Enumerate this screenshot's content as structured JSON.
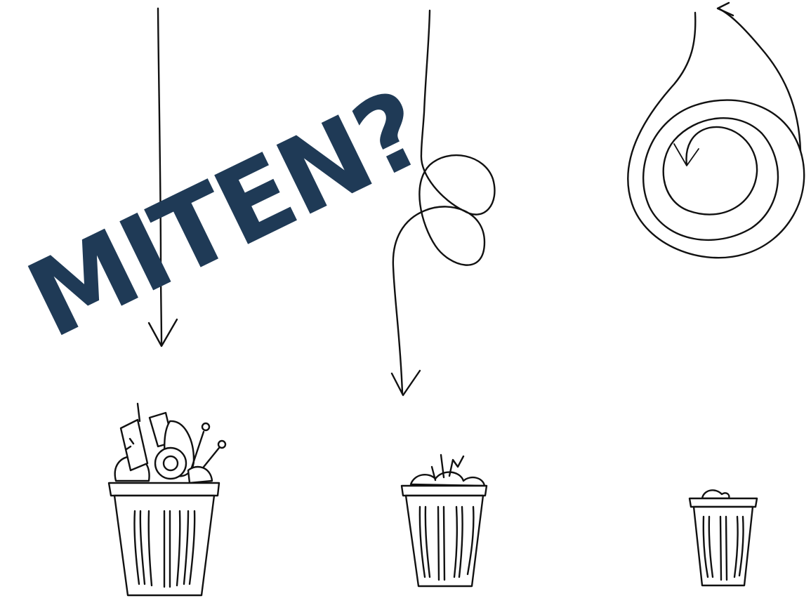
{
  "headline": "MITEN?",
  "colors": {
    "headline": "#1f3a56",
    "ink": "#111111",
    "background": "#ffffff"
  },
  "paths": [
    {
      "name": "straight-path",
      "bin_fill": "full"
    },
    {
      "name": "looped-path",
      "bin_fill": "half"
    },
    {
      "name": "circular-path",
      "bin_fill": "nearly-empty"
    }
  ]
}
